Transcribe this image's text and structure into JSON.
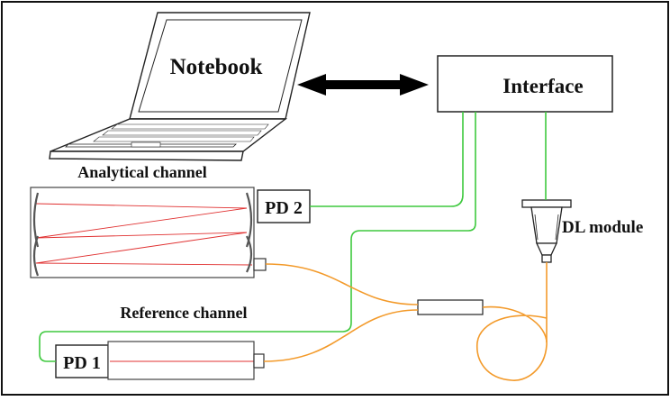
{
  "labels": {
    "notebook": "Notebook",
    "interface": "Interface",
    "analytical_channel": "Analytical channel",
    "reference_channel": "Reference channel",
    "pd2": "PD 2",
    "pd1": "PD 1",
    "dl_module": "DL module"
  },
  "colors": {
    "electrical_cable": "#3ec93e",
    "optical_fiber": "#f39a2a",
    "laser_beam": "#e03030",
    "outline": "#111111"
  },
  "icons": {
    "computer": "laptop-icon",
    "link": "double-arrow-icon",
    "mirror": "mirror-icon",
    "fiber_loop": "fiber-coil-icon"
  }
}
